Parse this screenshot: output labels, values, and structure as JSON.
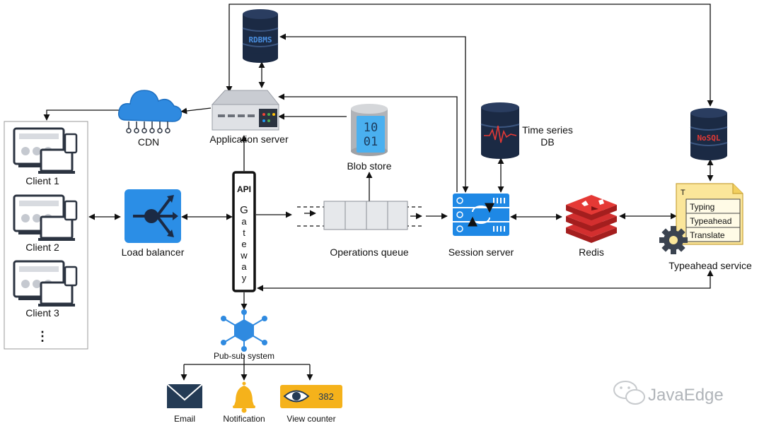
{
  "clients": {
    "items": [
      {
        "label": "Client 1"
      },
      {
        "label": "Client 2"
      },
      {
        "label": "Client 3"
      }
    ],
    "more": "⋮"
  },
  "nodes": {
    "cdn": "CDN",
    "app_server": "Application server",
    "rdbms": "RDBMS",
    "blob_store": "Blob store",
    "blob_bits": [
      "10",
      "01"
    ],
    "load_balancer": "Load balancer",
    "gateway_api": "API",
    "gateway_letters": [
      "G",
      "a",
      "t",
      "e",
      "w",
      "a",
      "y"
    ],
    "ops_queue": "Operations queue",
    "session_server": "Session server",
    "tsdb_line1": "Time series",
    "tsdb_line2": "DB",
    "redis": "Redis",
    "nosql": "NoSQL",
    "typeahead": "Typeahead service",
    "typeahead_doc_letter": "T",
    "typeahead_items": [
      "Typing",
      "Typeahead",
      "Translate"
    ],
    "pubsub": "Pub-sub system",
    "email": "Email",
    "notification": "Notification",
    "view_counter": "View counter",
    "view_count": "382"
  },
  "watermark": "JavaEdge",
  "colors": {
    "db": "#1b2a44",
    "rdbms_text": "#4a90e2",
    "nosql_text": "#e53935",
    "cdn": "#2f8ae0",
    "load_balancer": "#2b8ee6",
    "session_server": "#1e88e5",
    "redis": "#d32f2f",
    "pubsub": "#2f8ae0",
    "email": "#243b55",
    "notification": "#f5b21b",
    "view_counter": "#f5b21b",
    "doc": "#fbe69a"
  }
}
